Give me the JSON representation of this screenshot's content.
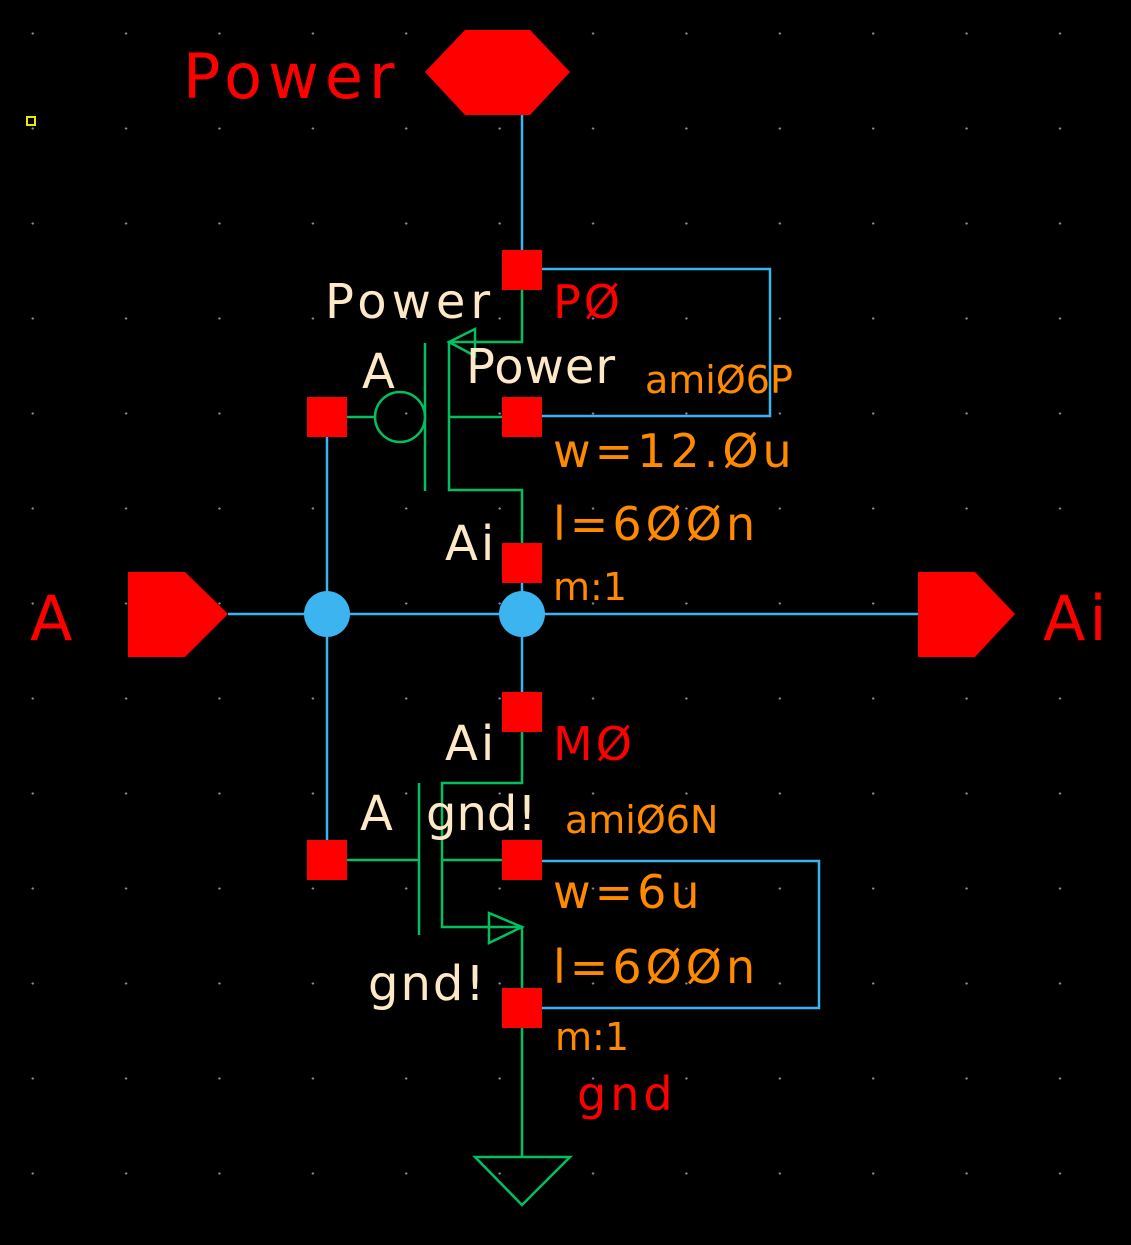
{
  "schematic": {
    "pins": {
      "power": "Power",
      "input": "A",
      "output": "Ai",
      "ground": "gnd"
    },
    "pmos": {
      "instance": "PØ",
      "model": "amiØ6P",
      "width": "w=12.Øu",
      "length": "l=6ØØn",
      "multiplier": "m:1",
      "terminal_source": "Power",
      "terminal_gate": "A",
      "terminal_bulk": "Power",
      "terminal_drain": "Ai"
    },
    "nmos": {
      "instance": "MØ",
      "model": "amiØ6N",
      "width": "w=6u",
      "length": "l=6ØØn",
      "multiplier": "m:1",
      "terminal_drain": "Ai",
      "terminal_gate": "A",
      "terminal_bulk": "gnd!",
      "terminal_source": "gnd!"
    }
  },
  "colors": {
    "wire": "#3cb4f0",
    "device": "#00c060",
    "pin": "#ff0000",
    "label": "#fde8c8",
    "param": "#ff8a00"
  }
}
